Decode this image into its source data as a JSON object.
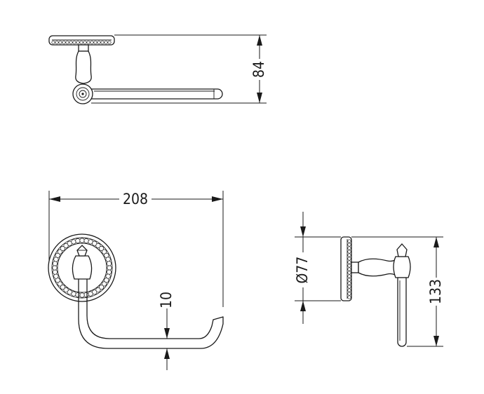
{
  "dimensions": {
    "top_height": "84",
    "width": "208",
    "wall_gap": "10",
    "diameter": "Ø77",
    "side_height": "133"
  },
  "colors": {
    "line": "#1a1a1a",
    "background": "#ffffff"
  }
}
